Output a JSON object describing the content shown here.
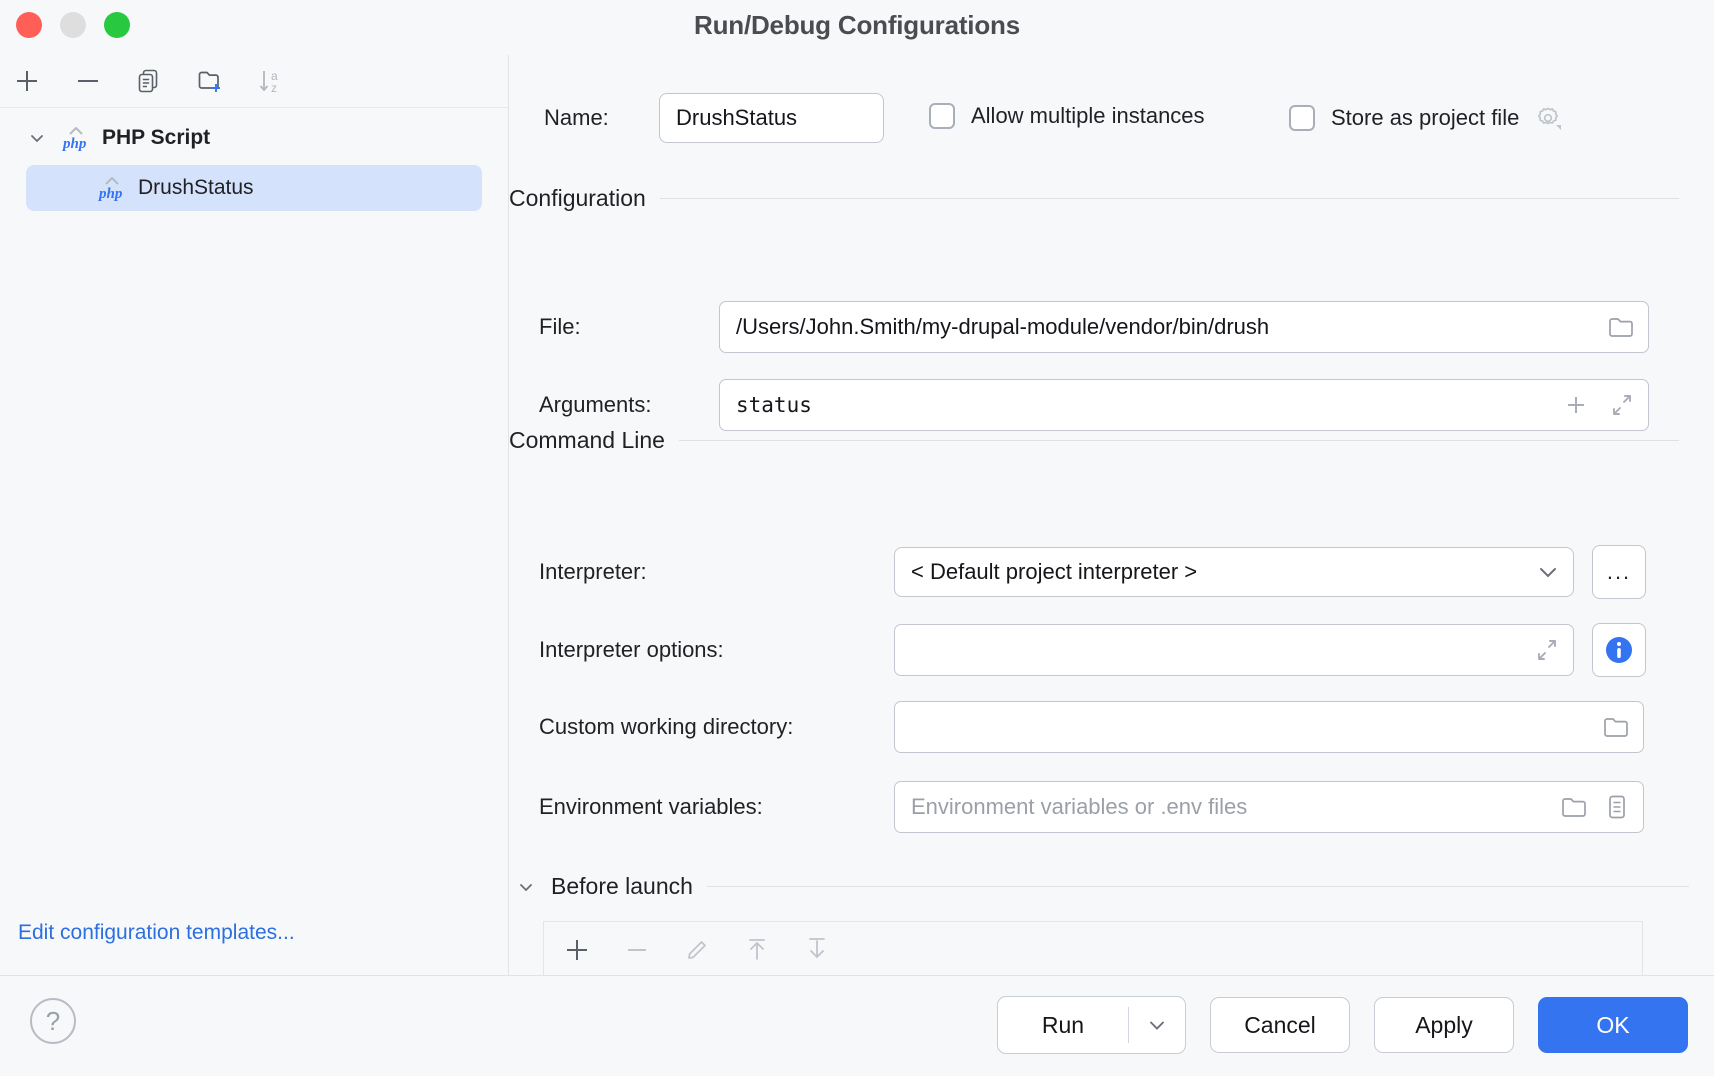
{
  "window": {
    "title": "Run/Debug Configurations",
    "traffic_lights": [
      "close-button",
      "minimize-button",
      "zoom-button"
    ]
  },
  "tree_toolbar": {
    "buttons": [
      {
        "name": "add-configuration-button",
        "icon": "plus-icon"
      },
      {
        "name": "remove-configuration-button",
        "icon": "minus-icon"
      },
      {
        "name": "copy-configuration-button",
        "icon": "copy-icon"
      },
      {
        "name": "new-folder-button",
        "icon": "folder-plus-icon"
      },
      {
        "name": "sort-alphabetically-button",
        "icon": "sort-az-icon"
      }
    ]
  },
  "tree": {
    "group": {
      "label": "PHP Script",
      "icon": "php-icon",
      "expanded": true
    },
    "items": [
      {
        "label": "DrushStatus",
        "icon": "php-icon",
        "selected": true
      }
    ],
    "edit_templates_link": "Edit configuration templates..."
  },
  "form": {
    "name_label": "Name:",
    "name_value": "DrushStatus",
    "allow_multiple_instances": {
      "label": "Allow multiple instances",
      "checked": false
    },
    "store_as_project_file": {
      "label": "Store as project file",
      "checked": false,
      "gear_icon": "gear-icon"
    },
    "configuration_section": {
      "title": "Configuration",
      "file_label": "File:",
      "file_value": "/Users/John.Smith/my-drupal-module/vendor/bin/drush",
      "file_browse_icon": "folder-icon",
      "arguments_label": "Arguments:",
      "arguments_value": "status",
      "arguments_add_icon": "plus-icon",
      "arguments_expand_icon": "expand-icon"
    },
    "command_line_section": {
      "title": "Command Line",
      "interpreter_label": "Interpreter:",
      "interpreter_value": "< Default project interpreter >",
      "interpreter_dropdown_icon": "chevron-down-icon",
      "interpreter_more_label": "...",
      "interpreter_options_label": "Interpreter options:",
      "interpreter_options_value": "",
      "interpreter_options_expand_icon": "expand-icon",
      "interpreter_options_info_icon": "info-icon",
      "working_directory_label": "Custom working directory:",
      "working_directory_value": "",
      "working_directory_browse_icon": "folder-icon",
      "env_vars_label": "Environment variables:",
      "env_vars_value": "",
      "env_vars_placeholder": "Environment variables or .env files",
      "env_vars_browse_icon": "folder-icon",
      "env_vars_list_icon": "list-icon"
    },
    "before_launch": {
      "title": "Before launch",
      "expanded": true,
      "toolbar": [
        {
          "name": "before-launch-add-button",
          "icon": "plus-icon",
          "enabled": true
        },
        {
          "name": "before-launch-remove-button",
          "icon": "minus-icon",
          "enabled": false
        },
        {
          "name": "before-launch-edit-button",
          "icon": "pencil-icon",
          "enabled": false
        },
        {
          "name": "before-launch-move-up-button",
          "icon": "arrow-up-icon",
          "enabled": false
        },
        {
          "name": "before-launch-move-down-button",
          "icon": "arrow-down-icon",
          "enabled": false
        }
      ]
    }
  },
  "footer": {
    "help_label": "?",
    "run_label": "Run",
    "run_dropdown_icon": "chevron-down-icon",
    "cancel_label": "Cancel",
    "apply_label": "Apply",
    "ok_label": "OK"
  },
  "colors": {
    "accent": "#3574f0",
    "selection": "#d4e2fc",
    "link": "#2d6fe0",
    "background": "#f7f8fa",
    "border": "#c3c6cf"
  }
}
